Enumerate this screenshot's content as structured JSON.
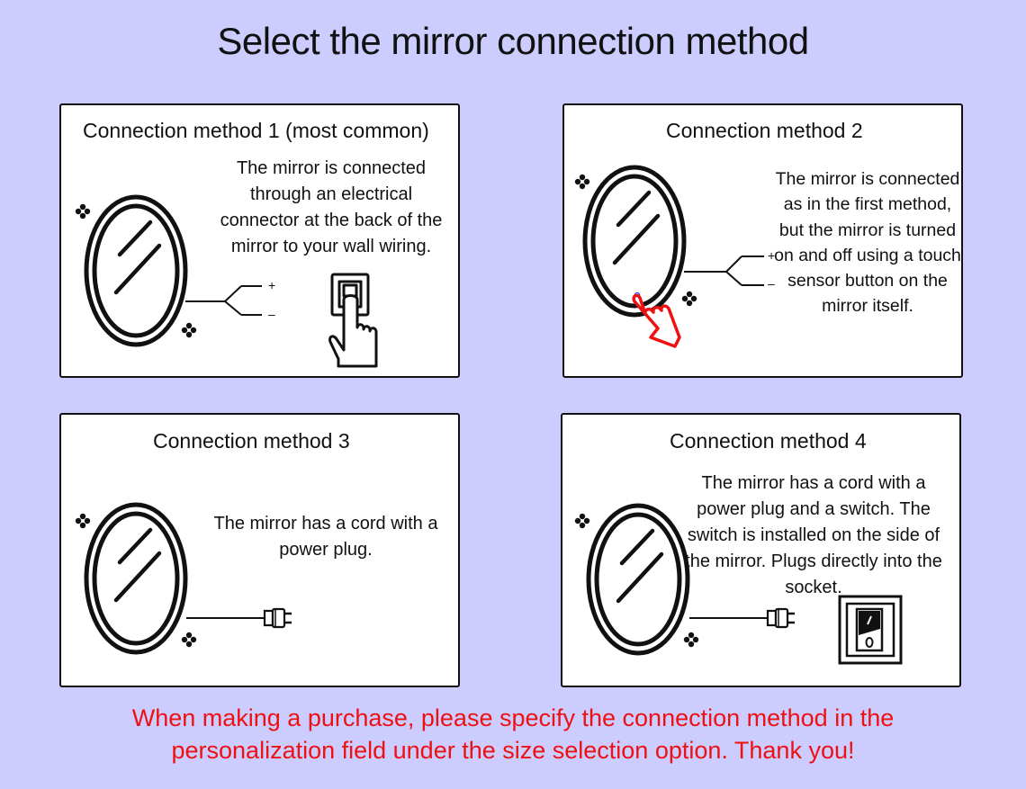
{
  "title": "Select the mirror connection method",
  "colors": {
    "background": "#ccccff",
    "accent": "#ee1111",
    "ink": "#111111"
  },
  "methods": [
    {
      "title": "Connection method 1 (most common)",
      "text": "The mirror is connected through an electrical connector at the back of the mirror to your wall wiring.",
      "plus": "+",
      "minus": "–",
      "icons": [
        "oval-mirror-icon",
        "wire-terminals-icon",
        "wall-switch-hand-icon"
      ]
    },
    {
      "title": "Connection method 2",
      "text": "The mirror is connected as in the first method, but the mirror is turned on and off using a touch sensor button on the mirror itself.",
      "plus": "+",
      "minus": "–",
      "icons": [
        "oval-mirror-icon",
        "wire-terminals-icon",
        "touch-hand-icon"
      ]
    },
    {
      "title": "Connection method 3",
      "text": "The mirror has a cord with a power plug.",
      "icons": [
        "oval-mirror-icon",
        "power-plug-icon"
      ]
    },
    {
      "title": "Connection method 4",
      "text": "The mirror has a cord with a power plug and a switch. The switch is installed on the side of the mirror. Plugs directly into the socket.",
      "icons": [
        "oval-mirror-icon",
        "power-plug-icon",
        "rocker-switch-icon"
      ]
    }
  ],
  "footer": {
    "line1": "When making a purchase, please specify the connection method in the",
    "line2": "personalization field under the size selection option. Thank you!"
  }
}
